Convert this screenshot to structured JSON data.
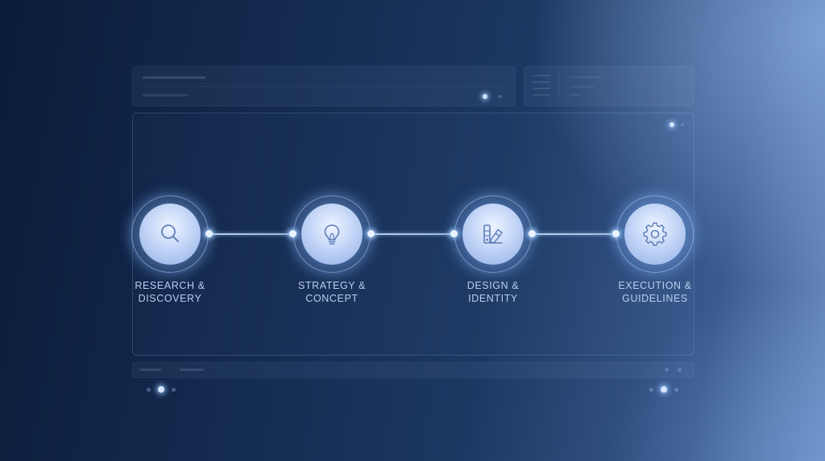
{
  "steps": [
    {
      "line1": "RESEARCH &",
      "line2": "DISCOVERY",
      "icon": "magnifier-icon"
    },
    {
      "line1": "STRATEGY &",
      "line2": "CONCEPT",
      "icon": "lightbulb-icon"
    },
    {
      "line1": "DESIGN &",
      "line2": "IDENTITY",
      "icon": "design-palette-icon"
    },
    {
      "line1": "EXECUTION &",
      "line2": "GUIDELINES",
      "icon": "gear-icon"
    }
  ],
  "colors": {
    "background_dark": "#0b1c3a",
    "background_light": "#6d8fc3",
    "node_glow": "#8faee6",
    "label_text": "#b9cdee",
    "icon_stroke": "#5f7fb8"
  }
}
